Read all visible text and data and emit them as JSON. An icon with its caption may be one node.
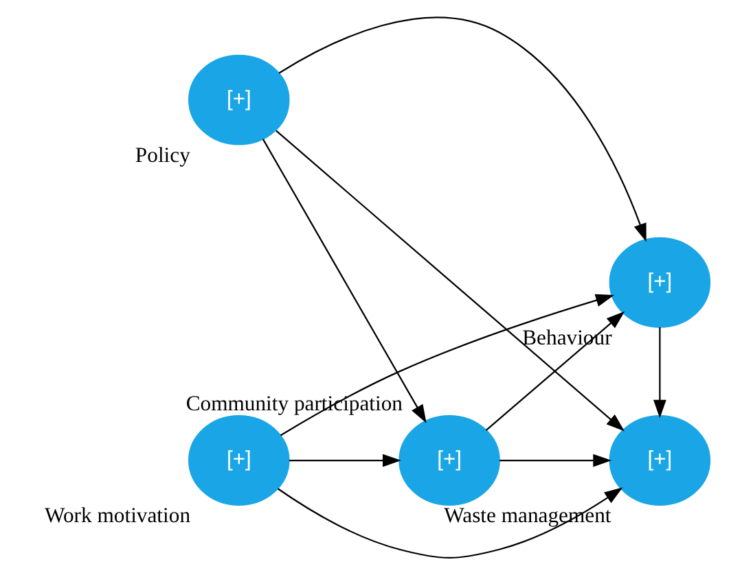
{
  "diagram": {
    "nodes": [
      {
        "text": [
          "[+]"
        ],
        "beside": [
          "Work motivation"
        ]
      },
      {
        "text": [
          "[+]"
        ],
        "beside": [
          "Waste management"
        ]
      },
      {
        "text": [
          "[+]"
        ],
        "beside": [
          "Community participation"
        ]
      },
      {
        "text": [
          "[+]"
        ],
        "beside": [
          "Behaviour"
        ]
      },
      {
        "text": [
          "[+]"
        ],
        "beside": [
          "Policy"
        ]
      }
    ],
    "edges": [
      {
        "from": 0,
        "to": 1,
        "arrow": "to"
      },
      {
        "from": 0,
        "to": 2,
        "arrow": "to"
      },
      {
        "from": 0,
        "to": 3,
        "arrow": "to"
      },
      {
        "from": 2,
        "to": 1,
        "arrow": "to"
      },
      {
        "from": 2,
        "to": 3,
        "arrow": "to"
      },
      {
        "from": 4,
        "to": 2,
        "arrow": "to"
      },
      {
        "from": 4,
        "to": 1,
        "arrow": "to"
      },
      {
        "from": 4,
        "to": 3,
        "arrow": "to"
      },
      {
        "from": 3,
        "to": 1,
        "arrow": "to"
      }
    ]
  }
}
